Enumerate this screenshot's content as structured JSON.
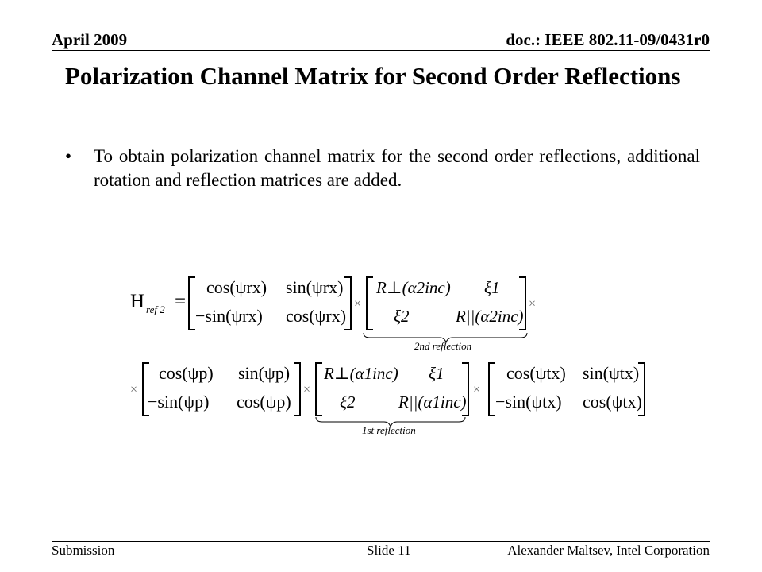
{
  "header": {
    "date": "April 2009",
    "doc_id": "doc.: IEEE 802.11-09/0431r0"
  },
  "slide": {
    "title": "Polarization Channel Matrix for Second Order Reflections",
    "bullet": "To obtain polarization channel matrix for the second order reflections, additional rotation and reflection matrices are added."
  },
  "equation": {
    "lhs_symbol": "H",
    "lhs_subscript": "ref 2",
    "equals": "=",
    "times": "×",
    "rot_rx": [
      "cos(ψrx)",
      "sin(ψrx)",
      "−sin(ψrx)",
      "cos(ψrx)"
    ],
    "refl2": [
      "R⊥(α2inc)",
      "ξ1",
      "ξ2",
      "R||(α2inc)"
    ],
    "refl2_label": "2nd reflection",
    "rot_p": [
      "cos(ψp)",
      "sin(ψp)",
      "−sin(ψp)",
      "cos(ψp)"
    ],
    "refl1": [
      "R⊥(α1inc)",
      "ξ1",
      "ξ2",
      "R||(α1inc)"
    ],
    "refl1_label": "1st reflection",
    "rot_tx": [
      "cos(ψtx)",
      "sin(ψtx)",
      "−sin(ψtx)",
      "cos(ψtx)"
    ]
  },
  "footer": {
    "left": "Submission",
    "center": "Slide 11",
    "right": "Alexander Maltsev, Intel Corporation"
  }
}
